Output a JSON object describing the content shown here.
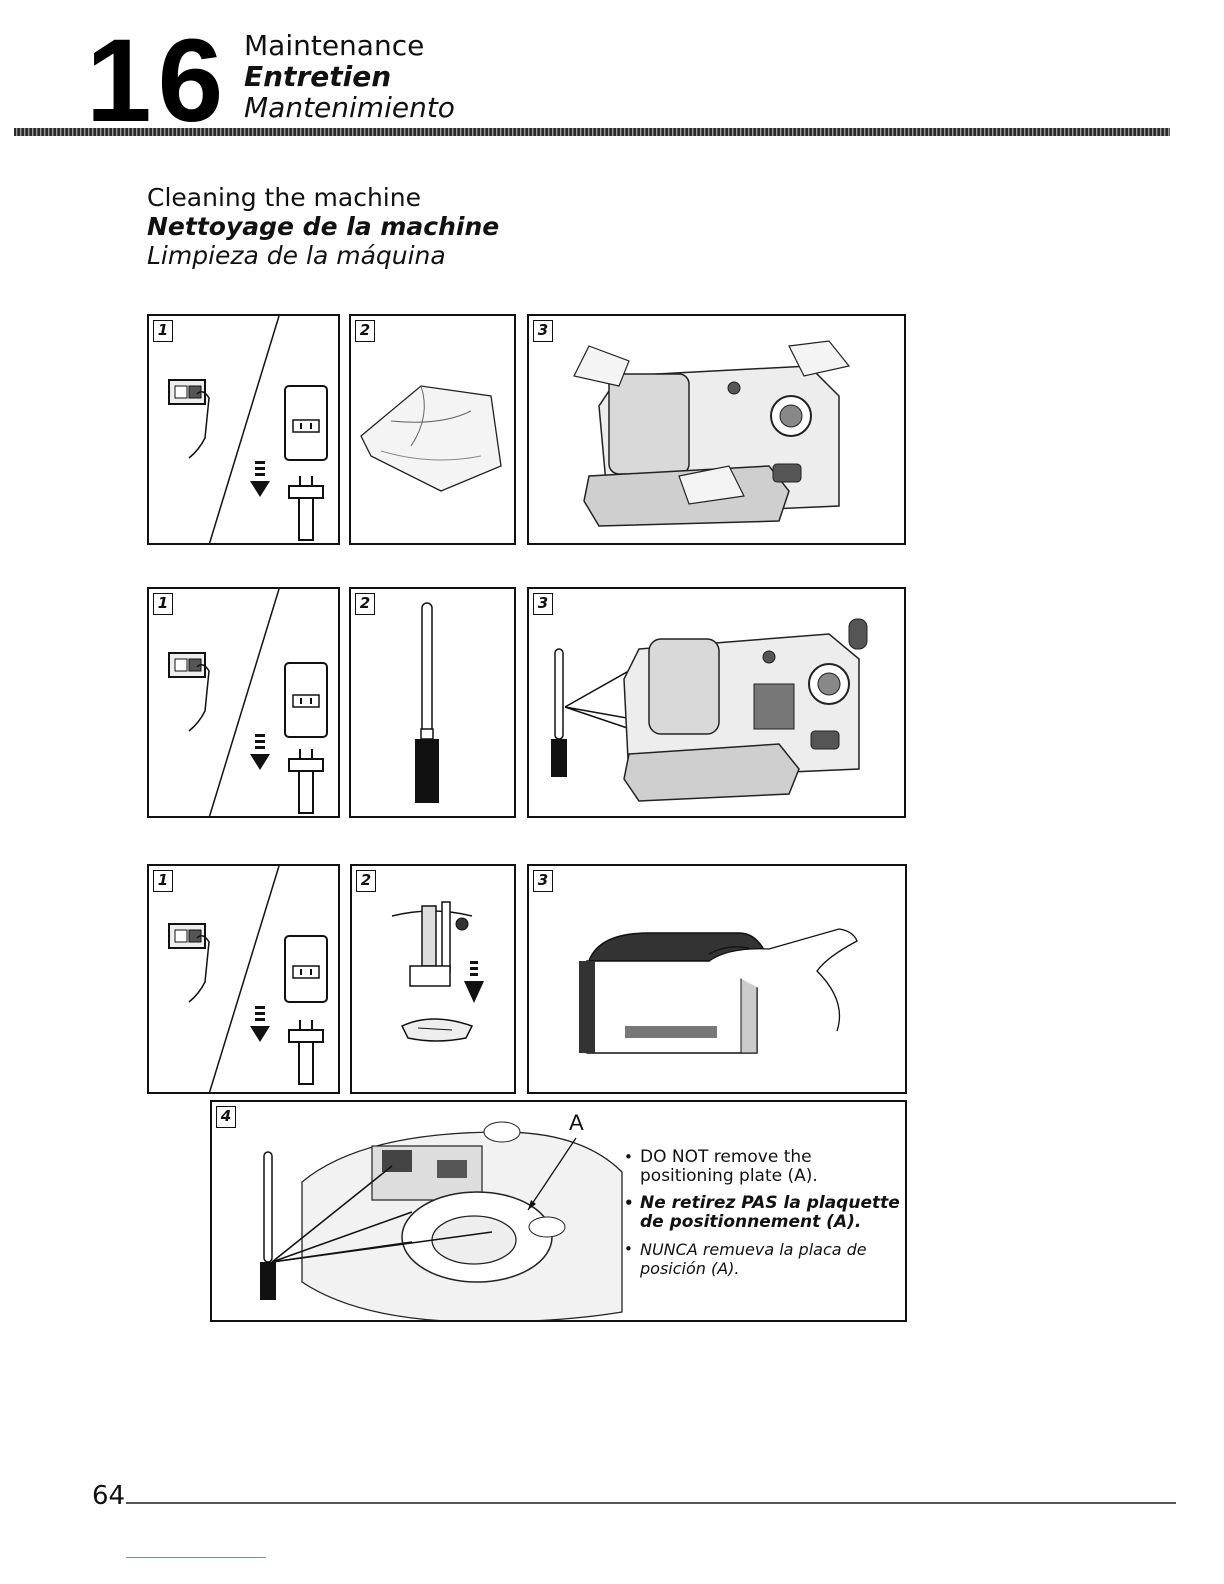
{
  "header": {
    "chapter_number": "16",
    "title_en": "Maintenance",
    "title_fr": "Entretien",
    "title_es": "Mantenimiento"
  },
  "section": {
    "title_en": "Cleaning the machine",
    "title_fr": "Nettoyage de la machine",
    "title_es": "Limpieza de la máquina"
  },
  "rows": [
    {
      "steps": [
        "1",
        "2",
        "3"
      ]
    },
    {
      "steps": [
        "1",
        "2",
        "3"
      ]
    },
    {
      "steps": [
        "1",
        "2",
        "3"
      ]
    }
  ],
  "step4": {
    "label": "4",
    "part_label": "A",
    "notes": [
      "DO NOT remove the positioning plate (A).",
      "Ne retirez PAS la plaquette de positionnement (A).",
      "NUNCA remueva la placa de posición (A)."
    ]
  },
  "footer": {
    "page_number": "64"
  }
}
